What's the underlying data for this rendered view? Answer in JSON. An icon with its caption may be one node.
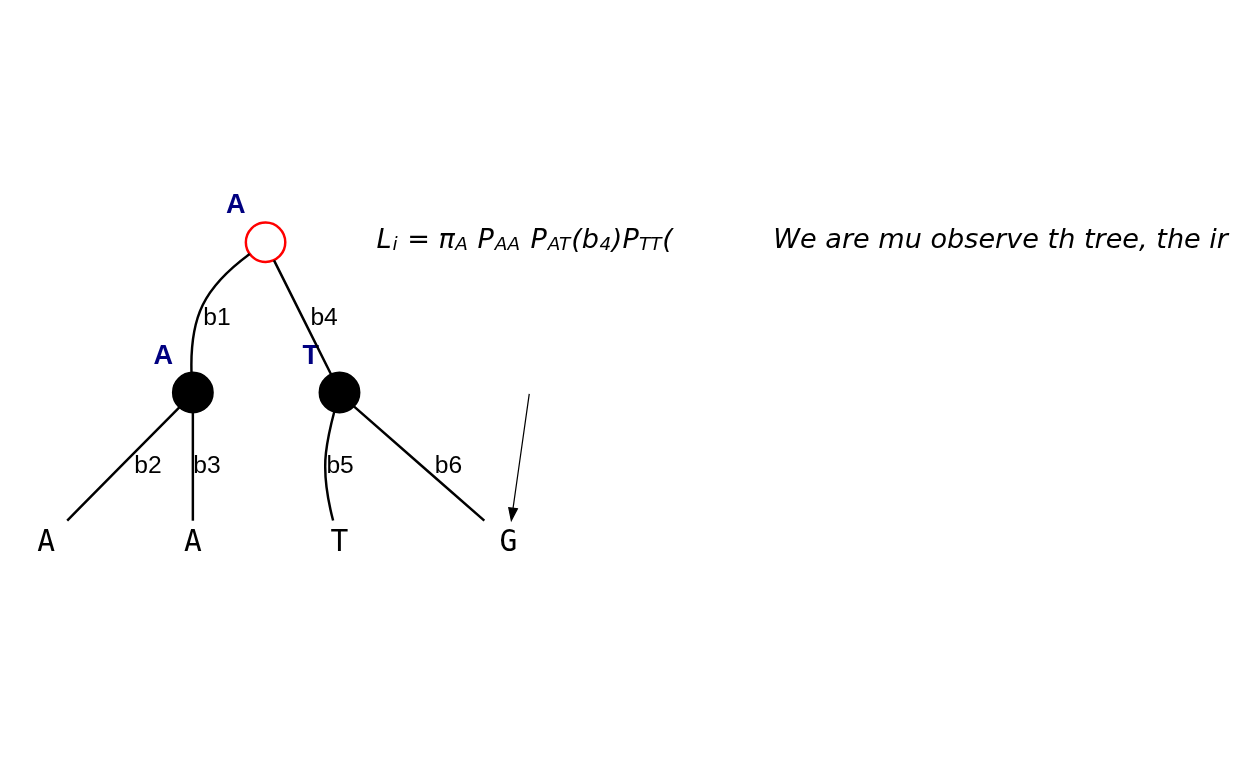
{
  "diagram": {
    "nodes": [
      {
        "text": [],
        "shape": "circle",
        "beside": [
          "A"
        ]
      },
      {
        "text": [],
        "shape": "circle",
        "beside": [
          "A"
        ]
      },
      {
        "text": [],
        "shape": "circle",
        "beside": [
          "T"
        ]
      },
      {
        "text": [
          "A"
        ]
      },
      {
        "text": [
          "A"
        ]
      },
      {
        "text": [
          "T"
        ]
      },
      {
        "text": [
          "G"
        ]
      }
    ],
    "edges": [
      {
        "from": 0,
        "to": 1,
        "arrow": "none",
        "label": "b1"
      },
      {
        "from": 0,
        "to": 2,
        "arrow": "none",
        "label": "b4"
      },
      {
        "from": 1,
        "to": 3,
        "arrow": "none",
        "label": "b2"
      },
      {
        "from": 1,
        "to": 4,
        "arrow": "none",
        "label": "b3"
      },
      {
        "from": 2,
        "to": 5,
        "arrow": "none",
        "label": "b5"
      },
      {
        "from": 2,
        "to": 6,
        "arrow": "none",
        "label": "b6"
      },
      {
        "from": null,
        "to": 6,
        "arrow": "to"
      }
    ],
    "labels": [
      "L$_{i}$ = π$_{A}$ P$_{AA}$ P$_{AT}$(b$_{4}$)P$_{TT}$(",
      "We are mu observe th tree, the ir"
    ]
  }
}
